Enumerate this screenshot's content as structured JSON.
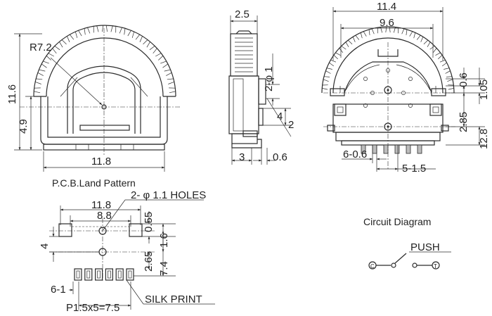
{
  "front_view": {
    "radius": "R7.2",
    "height": "11.6",
    "height_lower": "4.9",
    "width": "11.8"
  },
  "side_view": {
    "thickness": "2.5",
    "pin_dia": "2-φ 1",
    "pin_pitch": "2",
    "pin_span": "4",
    "foot": "3",
    "lead": "0.6"
  },
  "rear_view": {
    "outer_width": "11.4",
    "inner_width": "9.6",
    "dim_a": "0.6",
    "dim_b": "1.05",
    "dim_c": "2.85",
    "dim_d": "12.8",
    "terminal_width": "6-0.6",
    "terminal_pitch": "5-1.5"
  },
  "pcb": {
    "title": "P.C.B.Land Pattern",
    "holes": "2- φ 1.1 HOLES",
    "w1": "11.8",
    "w2": "8.8",
    "h_a": "0.55",
    "h_b": "1.6",
    "h_c": "4",
    "h_d": "2.65",
    "h_e": "7.4",
    "pads": "6-1",
    "pitch": "P1.5x5=7.5",
    "silk": "SILK PRINT"
  },
  "circuit": {
    "title": "Circuit Diagram",
    "push": "PUSH",
    "pin_c": "C",
    "pin_t": "T"
  }
}
